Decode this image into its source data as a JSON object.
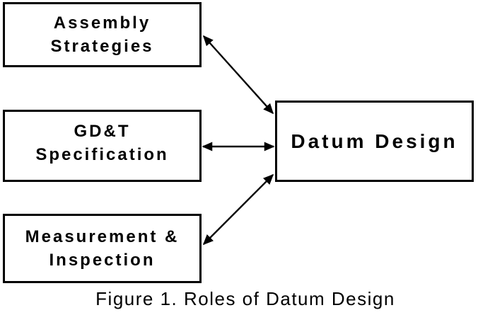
{
  "diagram": {
    "caption": "Figure 1. Roles of Datum Design",
    "boxes": {
      "assembly": {
        "line1": "Assembly",
        "line2": "Strategies"
      },
      "gdt": {
        "line1": "GD&T",
        "line2": "Specification"
      },
      "measurement": {
        "line1": "Measurement &",
        "line2": "Inspection"
      },
      "datum": {
        "label": "Datum Design"
      }
    },
    "connections": [
      {
        "from": "Assembly Strategies",
        "to": "Datum Design",
        "bidirectional": true
      },
      {
        "from": "GD&T Specification",
        "to": "Datum Design",
        "bidirectional": true
      },
      {
        "from": "Measurement & Inspection",
        "to": "Datum Design",
        "bidirectional": true
      }
    ],
    "colors": {
      "background": "#ffffff",
      "box_border": "#000000",
      "box_fill": "#ffffff",
      "text": "#000000",
      "arrow": "#000000"
    }
  }
}
